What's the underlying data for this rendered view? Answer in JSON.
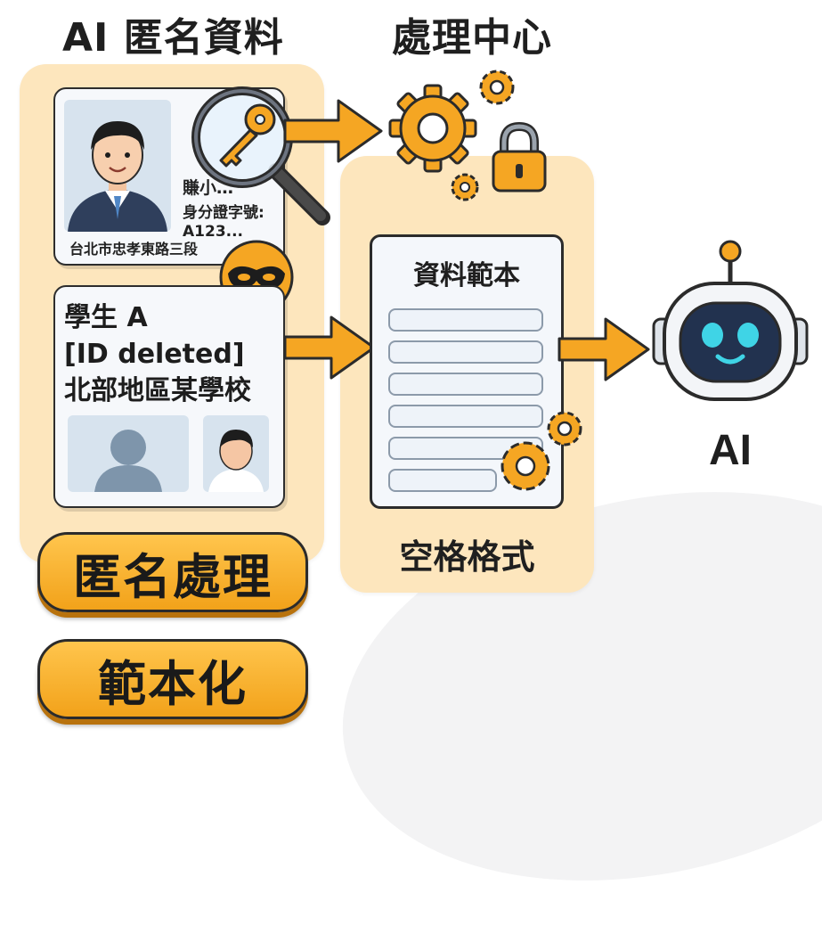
{
  "headings": {
    "left": "AI 匿名資料",
    "right": "處理中心"
  },
  "id_card": {
    "name_partial": "賺小…",
    "id_label": "身分證字號:",
    "id_value": "A123...",
    "address": "台北市忠孝東路三段"
  },
  "anon_card": {
    "line1": "學生 A",
    "line2": "[ID deleted]",
    "line3": "北部地區某學校"
  },
  "template_doc": {
    "title": "資料範本",
    "field_count": 6
  },
  "format_label": "空格格式",
  "buttons": {
    "anonymize": "匿名處理",
    "templatize": "範本化"
  },
  "ai_label": "AI",
  "colors": {
    "panel": "#fde6bd",
    "accent_orange": "#f5a623",
    "outline": "#2b2b2b",
    "robot_face": "#22324f",
    "robot_eyes": "#3fd4e6"
  },
  "icons": [
    "magnifier-icon",
    "key-icon",
    "mask-icon",
    "gear-icon",
    "padlock-icon",
    "robot-icon",
    "arrow-icon"
  ]
}
